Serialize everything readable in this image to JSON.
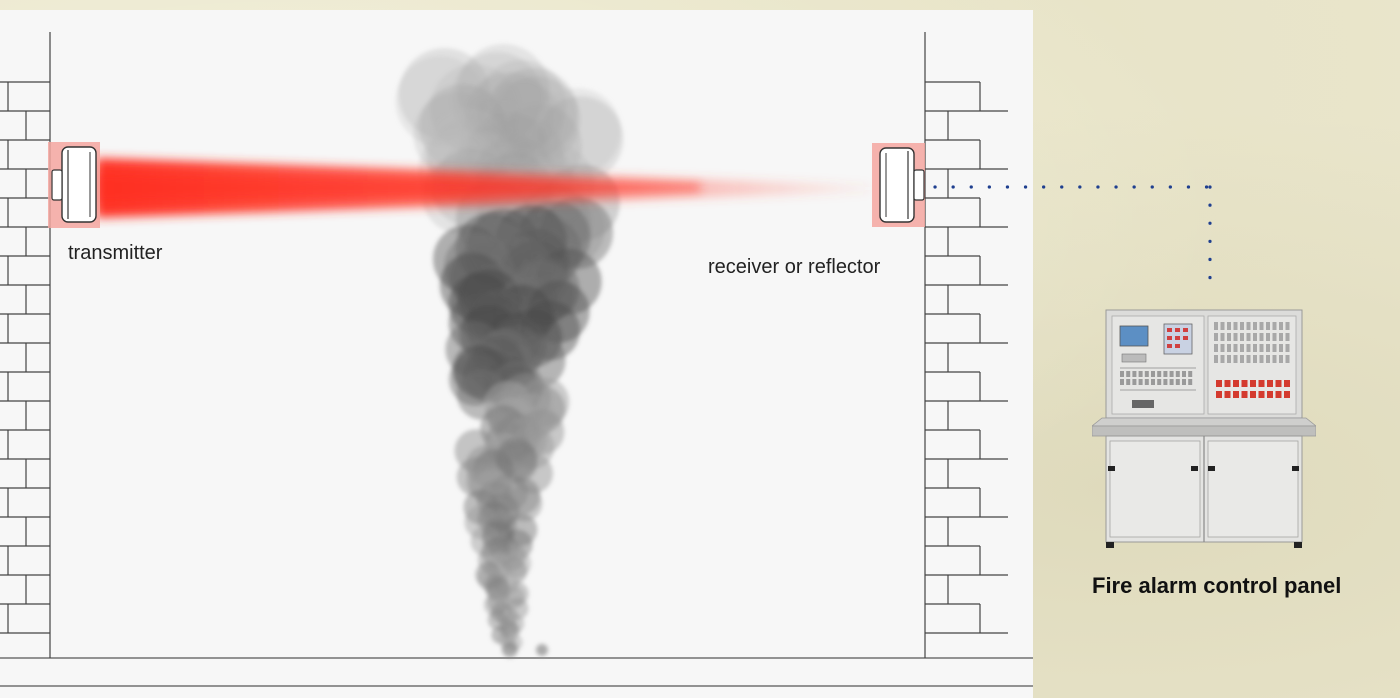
{
  "labels": {
    "transmitter": "transmitter",
    "receiver": "receiver or reflector",
    "panel": "Fire alarm control panel"
  },
  "icons": {
    "transmitter": "beam-transmitter-icon",
    "receiver": "beam-receiver-icon",
    "panel": "fire-alarm-control-panel-icon",
    "smoke": "smoke-plume",
    "beam": "infrared-beam"
  },
  "colors": {
    "beam": "#ff2a1a",
    "detector_highlight": "#f4a6a0",
    "wiring": "#1f3f8f",
    "smoke": "#3a3a3a",
    "panel_body": "#e4e4e2"
  }
}
